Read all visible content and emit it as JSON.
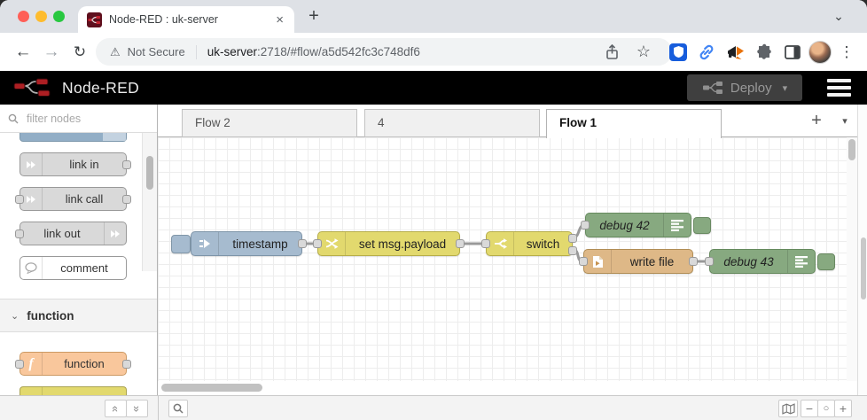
{
  "browser": {
    "tab_title": "Node-RED : uk-server",
    "close_tab_glyph": "×",
    "new_tab_glyph": "+",
    "strip_chevron_glyph": "⌄",
    "back_glyph": "←",
    "forward_glyph": "→",
    "reload_glyph": "↻",
    "warning_glyph": "⚠",
    "security_label": "Not Secure",
    "url_host": "uk-server",
    "url_path": ":2718/#flow/a5d542fc3c748df6",
    "star_glyph": "☆",
    "menu_glyph": "⋮"
  },
  "header": {
    "app_title": "Node-RED",
    "deploy_label": "Deploy",
    "deploy_caret": "▾"
  },
  "palette": {
    "search_placeholder": "filter nodes",
    "items": [
      {
        "label": "link in"
      },
      {
        "label": "link call"
      },
      {
        "label": "link out"
      },
      {
        "label": "comment"
      },
      {
        "label": "function"
      }
    ],
    "category": {
      "chevron": "⌄",
      "label": "function"
    },
    "footer": {
      "collapse_up_glyph": "«",
      "collapse_down_glyph": "»"
    }
  },
  "workspace": {
    "tabs": [
      {
        "label": "Flow 2"
      },
      {
        "label": "4"
      },
      {
        "label": "Flow 1"
      }
    ],
    "add_tab_glyph": "+",
    "tab_menu_glyph": "▾"
  },
  "flow": {
    "inject_label": "timestamp",
    "change_label": "set msg.payload",
    "switch_label": "switch",
    "debug1_label": "debug 42",
    "file_label": "write file",
    "debug2_label": "debug 43"
  },
  "footer": {
    "zoom_out_glyph": "−",
    "zoom_reset_glyph": "○",
    "zoom_in_glyph": "+"
  },
  "colors": {
    "header_bg": "#000000",
    "inject_node": "#a6bbcf",
    "change_switch_node": "#e2d96e",
    "debug_node": "#87a980",
    "file_node": "#deb887",
    "function_node": "#f9c79c",
    "link_node": "#d9d9d9",
    "brand_red": "#8f0000"
  }
}
